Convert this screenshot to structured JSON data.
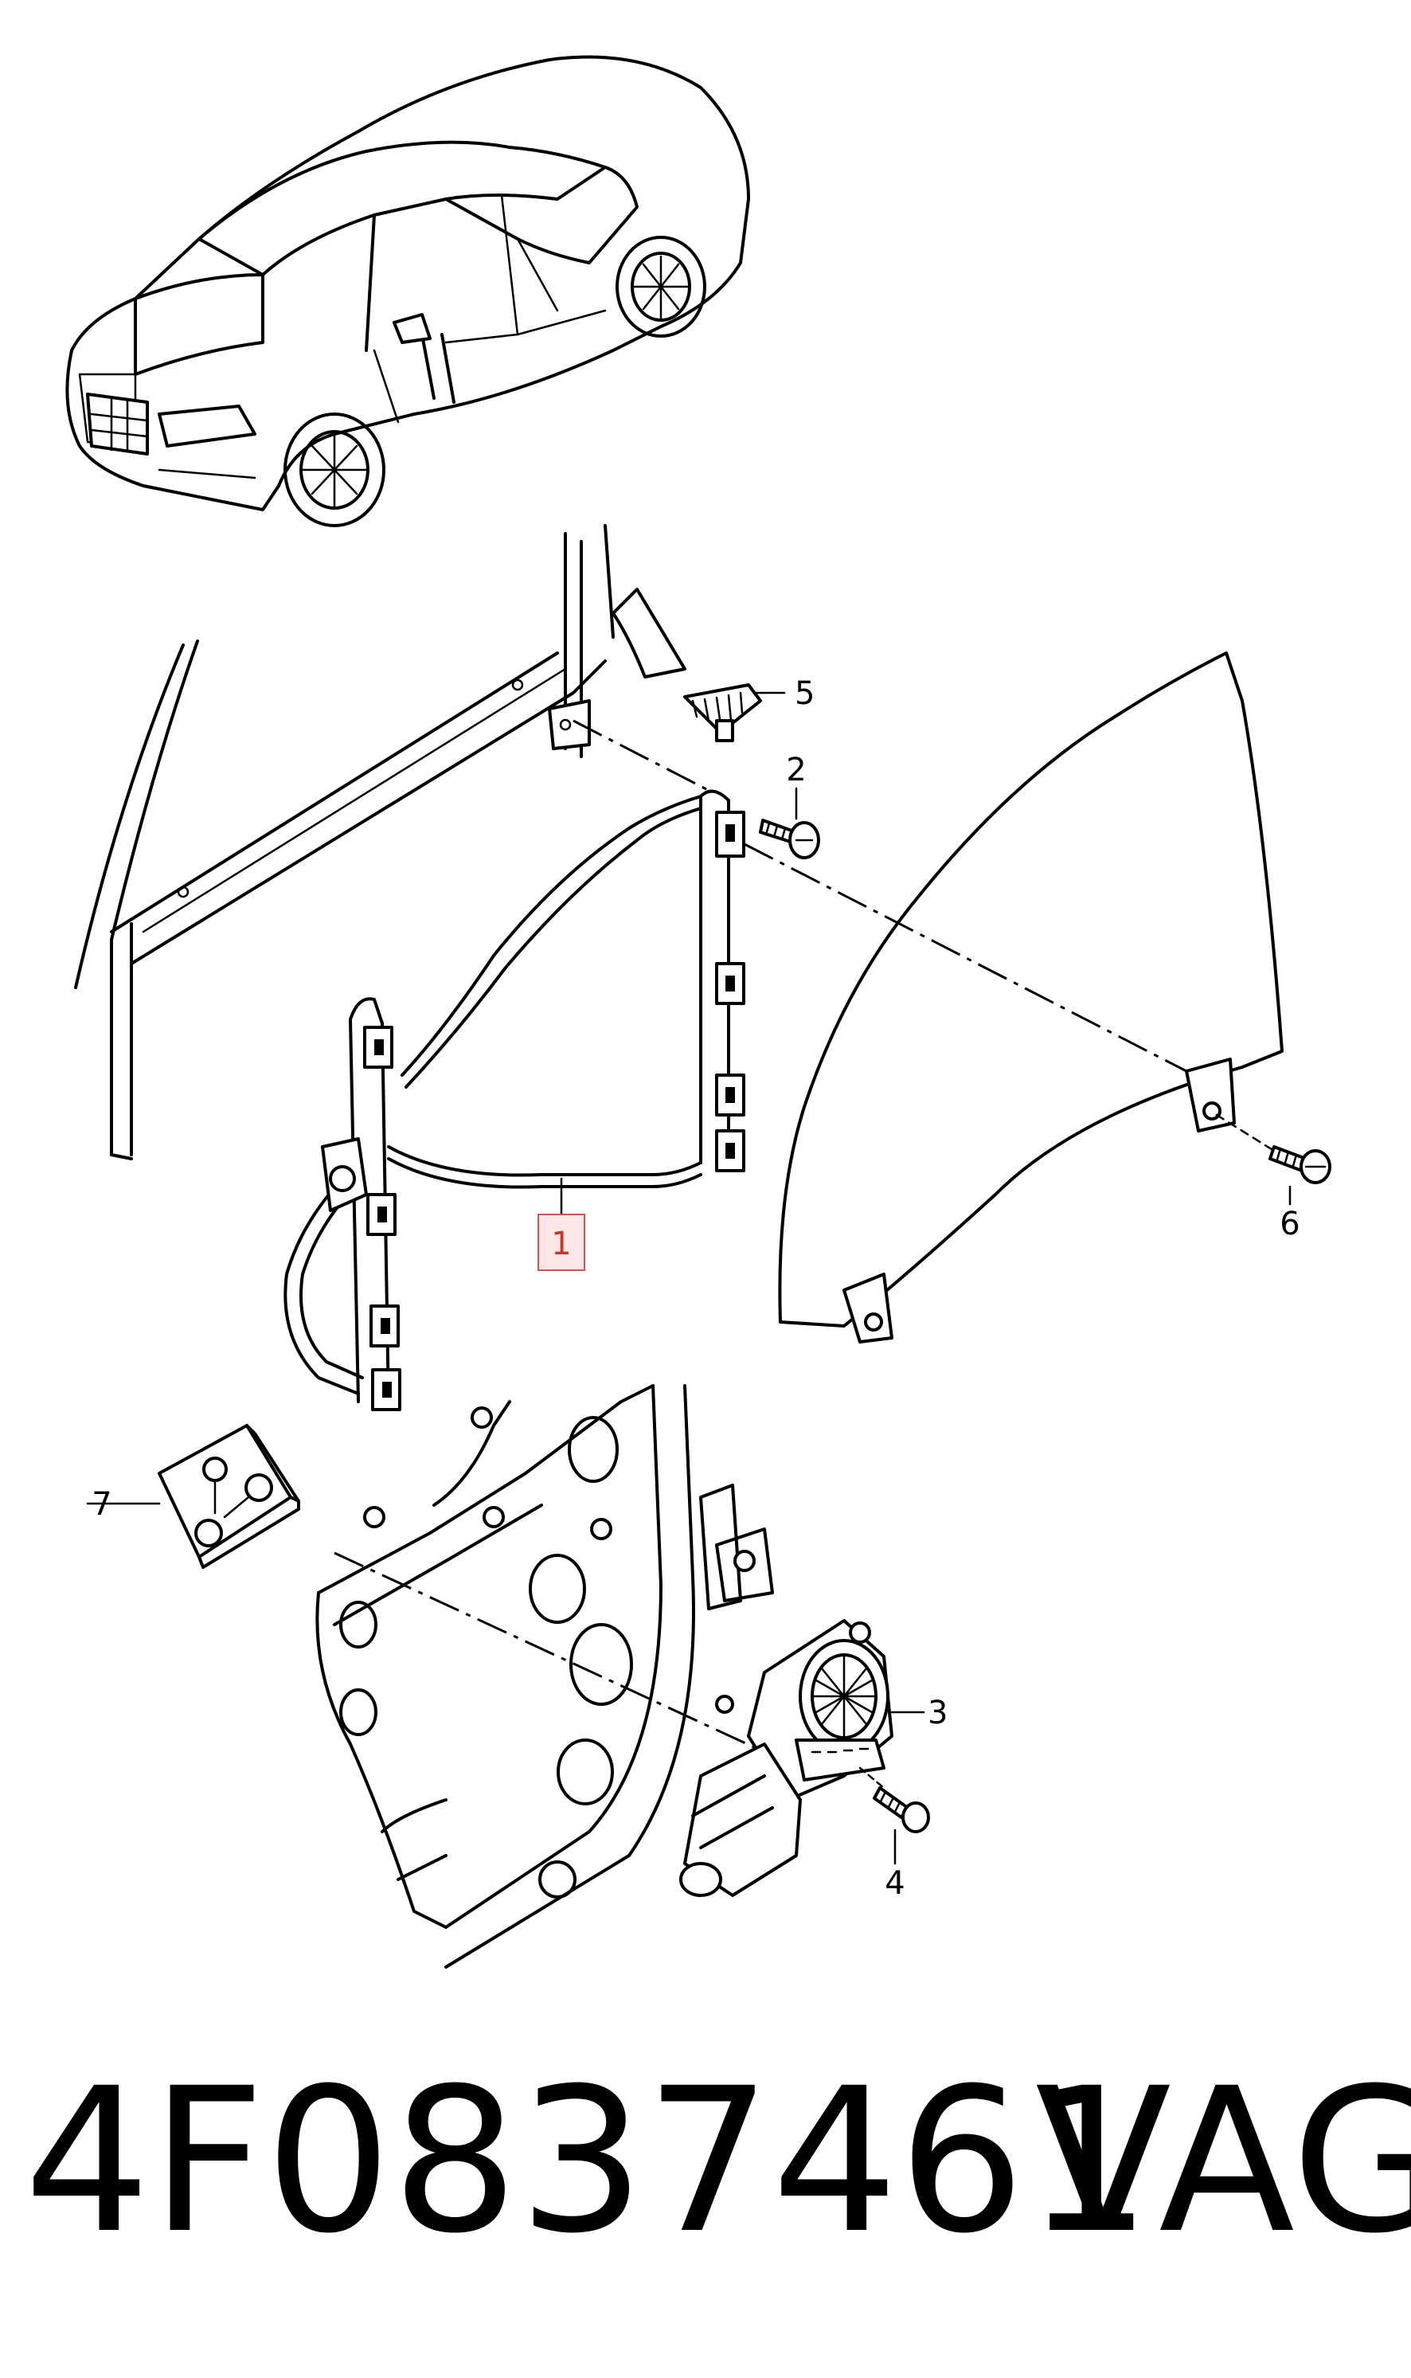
{
  "diagram": {
    "callouts": {
      "c1": "1",
      "c2": "2",
      "c3": "3",
      "c4": "4",
      "c5": "5",
      "c6": "6",
      "c7": "7"
    },
    "footer": {
      "part_number": "4F0837461",
      "brand": "VAG"
    }
  }
}
